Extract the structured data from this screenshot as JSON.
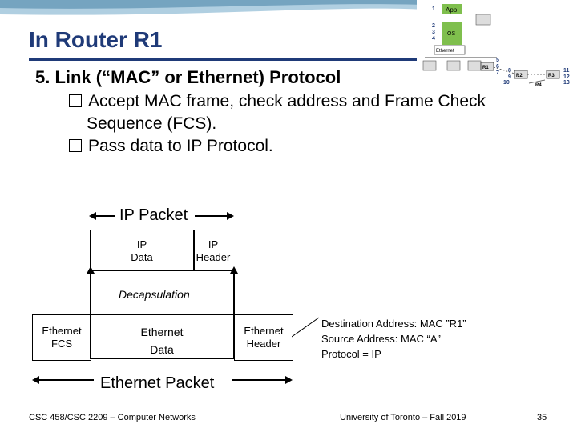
{
  "slide": {
    "title": "In Router R1",
    "subtitle": "5. Link (“MAC” or Ethernet) Protocol",
    "bullets": [
      "Accept MAC frame, check  address and Frame Check",
      "Sequence (FCS).",
      "Pass data to IP Protocol."
    ]
  },
  "diagram": {
    "ip_packet_label": "IP Packet",
    "ip_data": [
      "IP",
      "Data"
    ],
    "ip_header": [
      "IP",
      "Header"
    ],
    "decapsulation_label": "Decapsulation",
    "ethernet_fcs": [
      "Ethernet",
      "FCS"
    ],
    "ethernet_data": [
      "Ethernet",
      "Data"
    ],
    "ethernet_header": [
      "Ethernet",
      "Header"
    ],
    "ethernet_packet_label": "Ethernet Packet",
    "address_info": [
      "Destination Address: MAC ”R1”",
      "Source Address: MAC “A”",
      "Protocol = IP"
    ]
  },
  "thumbnail": {
    "app_label": "App",
    "os_label": "OS",
    "ethernet_label": "Ethernet",
    "r1": "R1",
    "r2": "R2",
    "r3": "R3",
    "r4": "R4",
    "numbers_left": [
      "1",
      "2",
      "3",
      "4"
    ],
    "numbers_mid": [
      "5",
      "6",
      "7"
    ],
    "numbers_r2": [
      "8",
      "9",
      "10"
    ],
    "numbers_right": [
      "11",
      "12",
      "13"
    ]
  },
  "footer": {
    "course": "CSC 458/CSC 2209 – Computer Networks",
    "university": "University of Toronto – Fall 2019",
    "page_number": "35"
  }
}
